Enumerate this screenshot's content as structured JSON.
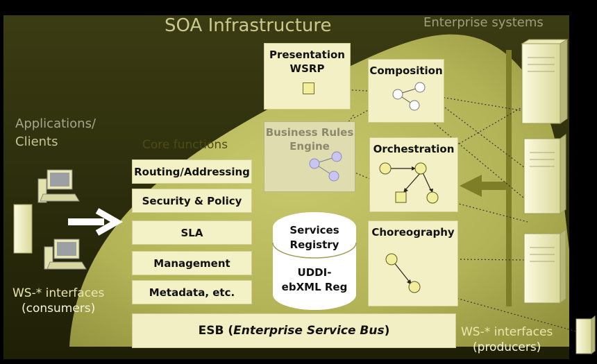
{
  "title": "SOA Infrastructure",
  "enterprise_systems_label": "Enterprise systems",
  "applications_label": [
    "Applications/",
    "Clients"
  ],
  "core_functions_label": "Core functions",
  "core_functions": [
    "Routing/Addressing",
    "Security & Policy",
    "SLA",
    "Management",
    "Metadata, etc."
  ],
  "presentation": [
    "Presentation",
    "WSRP"
  ],
  "composition_label": "Composition",
  "business_rules": [
    "Business Rules",
    "Engine"
  ],
  "orchestration_label": "Orchestration",
  "choreography_label": "Choreography",
  "services_registry": [
    "Services",
    "Registry"
  ],
  "uddi": [
    "UDDI-",
    "ebXML Reg"
  ],
  "esb": {
    "prefix": "ESB (",
    "name": "Enterprise Service Bus",
    "suffix": ")"
  },
  "consumers_label": [
    "WS-* interfaces",
    "(consumers)"
  ],
  "producers_label": [
    "WS-* interfaces",
    "(producers)"
  ],
  "colors": {
    "background": "#000000",
    "panel_dark": "#2b2c0a",
    "panel_light": "#b4b45a",
    "box_fill": "#f2f0c4",
    "node_yellow": "#f3ee9c",
    "node_lilac": "#c9c5f2",
    "arrow_green": "#7f7e28",
    "text_cream": "#f0efb5"
  }
}
